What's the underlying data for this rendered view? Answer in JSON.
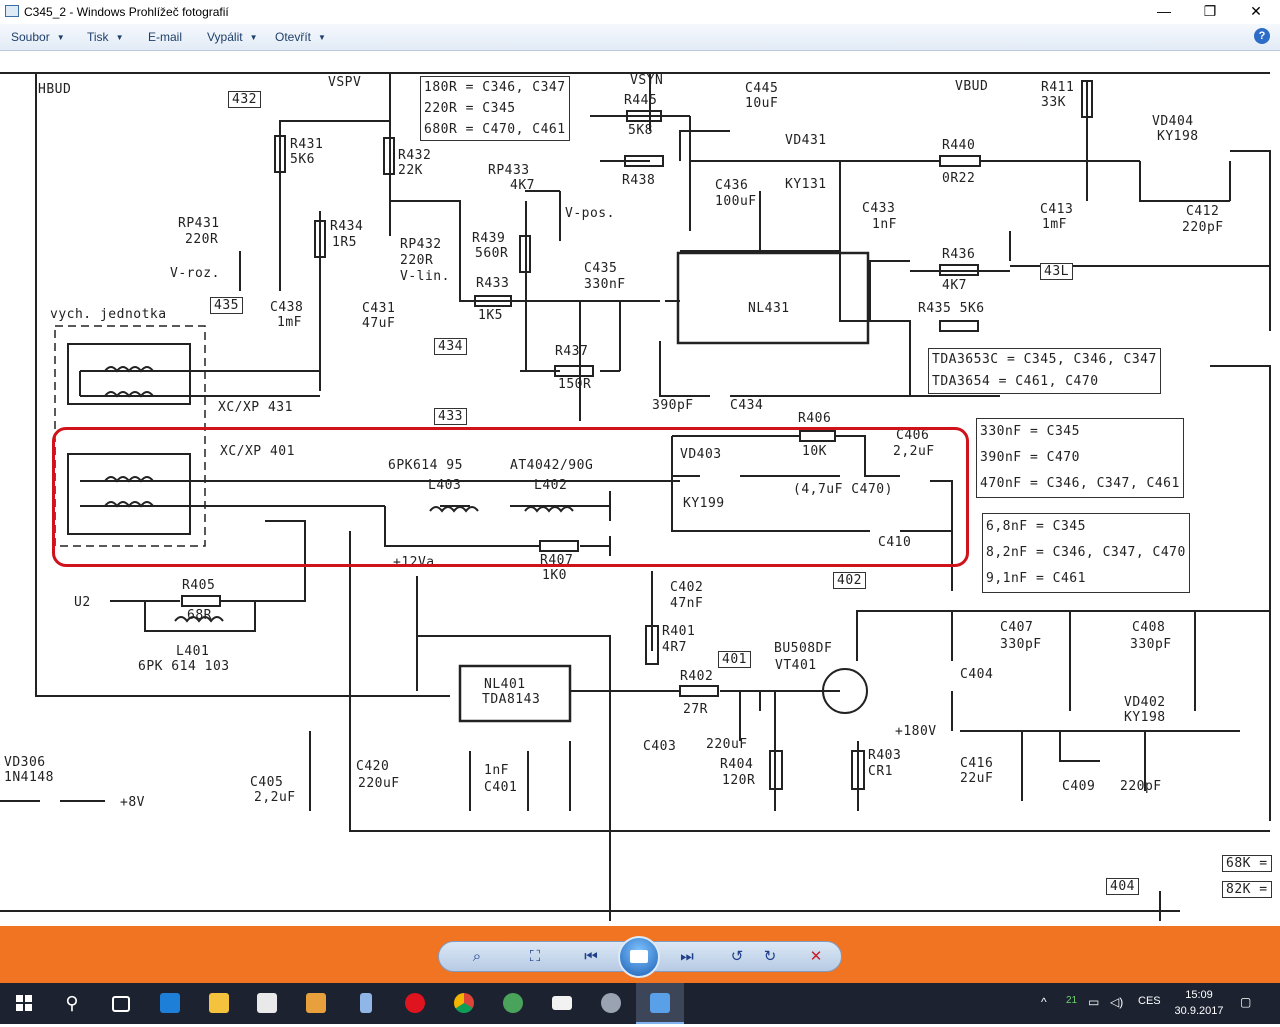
{
  "window": {
    "title": "C345_2 - Windows Prohlížeč fotografií",
    "minimize": "—",
    "maximize": "❐",
    "close": "✕"
  },
  "menu": {
    "items": [
      {
        "label": "Soubor",
        "caret": "▼"
      },
      {
        "label": "Tisk",
        "caret": "▼"
      },
      {
        "label": "E-mail",
        "caret": ""
      },
      {
        "label": "Vypálit",
        "caret": "▼"
      },
      {
        "label": "Otevřít",
        "caret": "▼"
      }
    ],
    "help": "?"
  },
  "schematic": {
    "labels": [
      "HBUD",
      "VSPV",
      "VSYN",
      "VBUD",
      "432",
      "R431",
      "5K6",
      "R432",
      "22K",
      "R445",
      "5K8",
      "C445",
      "10uF",
      "VD431",
      "KY131",
      "R440",
      "0R22",
      "R411",
      "33K",
      "VD404",
      "KY198",
      "C413",
      "1mF",
      "C412",
      "220pF",
      "RP433",
      "4K7",
      "V-pos.",
      "R438",
      "C436",
      "100uF",
      "C433",
      "1nF",
      "RP431",
      "220R",
      "R434",
      "1R5",
      "RP432",
      "220R",
      "V-lin.",
      "R439",
      "560R",
      "V-roz.",
      "435",
      "C438",
      "1mF",
      "C431",
      "47uF",
      "R433",
      "1K5",
      "C435",
      "330nF",
      "NL431",
      "R436",
      "4K7",
      "R435 5K6",
      "43L",
      "vych. jednotka",
      "434",
      "R437",
      "150R",
      "XC/XP 431",
      "433",
      "390pF",
      "C434",
      "XC/XP 401",
      "6PK614 95",
      "L403",
      "AT4042/90G",
      "L402",
      "VD403",
      "KY199",
      "R406",
      "10K",
      "C406",
      "2,2uF",
      "(4,7uF C470)",
      "C410",
      "R407",
      "1K0",
      "+12Va",
      "U2",
      "R405",
      "68R",
      "L401",
      "6PK 614 103",
      "C402",
      "47nF",
      "R401",
      "4R7",
      "402",
      "401",
      "BU508DF",
      "VT401",
      "C407",
      "330pF",
      "C408",
      "330pF",
      "NL401",
      "TDA8143",
      "R402",
      "27R",
      "C403",
      "220uF",
      "R404",
      "120R",
      "R403",
      "CR1",
      "C404",
      "+180V",
      "C416",
      "22uF",
      "VD402",
      "KY198",
      "C409",
      "220pF",
      "VD306",
      "1N4148",
      "+8V",
      "C405",
      "2,2uF",
      "C420",
      "220uF",
      "1nF",
      "C401",
      "404",
      "68K =",
      "82K ="
    ],
    "box1": [
      "180R = C346, C347",
      "220R = C345",
      "680R = C470, C461"
    ],
    "box2": [
      "TDA3653C = C345, C346, C347",
      "TDA3654   = C461, C470"
    ],
    "box3": [
      "330nF = C345",
      "390nF = C470",
      "470nF = C346, C347, C461"
    ],
    "box4": [
      "6,8nF = C345",
      "8,2nF = C346, C347, C470",
      "9,1nF = C461"
    ]
  },
  "viewer_controls": {
    "zoom": "zoom-icon",
    "fit": "fit-icon",
    "prev": "previous-icon",
    "slideshow": "slideshow-icon",
    "next": "next-icon",
    "rotate_left": "rotate-ccw-icon",
    "rotate_right": "rotate-cw-icon",
    "delete": "delete-icon"
  },
  "taskbar": {
    "time": "15:09",
    "date": "30.9.2017",
    "lang": "CES",
    "tray_number": "21"
  }
}
